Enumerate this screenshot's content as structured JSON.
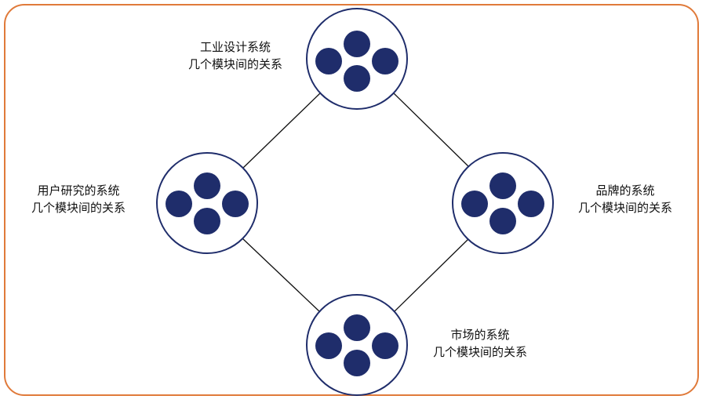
{
  "colors": {
    "border": "#E07A3A",
    "node_stroke": "#1F2D6B",
    "dot_fill": "#1F2D6B",
    "edge": "#111111",
    "text": "#111111"
  },
  "nodes": {
    "top": {
      "title": "工业设计系统",
      "subtitle": "几个模块间的关系"
    },
    "left": {
      "title": "用户研究的系统",
      "subtitle": "几个模块间的关系"
    },
    "right": {
      "title": "品牌的系统",
      "subtitle": "几个模块间的关系"
    },
    "bottom": {
      "title": "市场的系统",
      "subtitle": "几个模块间的关系"
    }
  }
}
